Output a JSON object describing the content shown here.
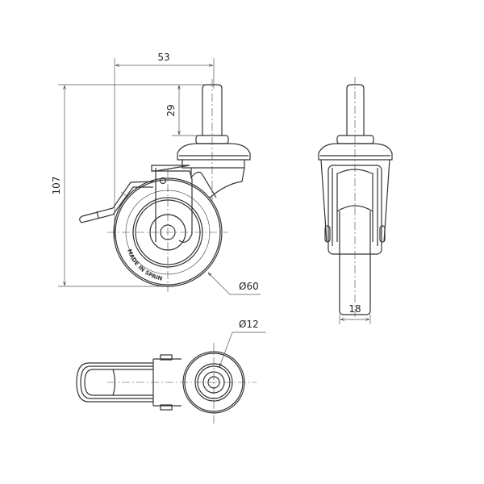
{
  "dimensions": {
    "width_offset": "53",
    "total_height": "107",
    "stem_length": "29",
    "wheel_diameter": "Ø60",
    "wheel_width": "18",
    "stem_diameter": "Ø12"
  },
  "wheel_marking": "MADE IN SPAIN"
}
